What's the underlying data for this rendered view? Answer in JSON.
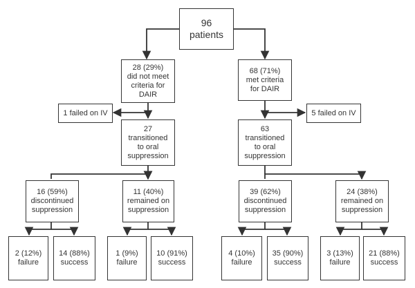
{
  "nodes": {
    "root": "96\npatients",
    "left_criteria": "28 (29%)\ndid not meet\ncriteria for\nDAIR",
    "right_criteria": "68 (71%)\nmet criteria\nfor DAIR",
    "left_failed_iv": "1 failed on IV",
    "right_failed_iv": "5 failed on IV",
    "left_oral": "27\ntransitioned\nto oral\nsuppression",
    "right_oral": "63\ntransitioned\nto oral\nsuppression",
    "ll_discontinued": "16 (59%)\ndiscontinued\nsuppression",
    "lr_remained": "11 (40%)\nremained on\nsuppression",
    "rl_discontinued": "39 (62%)\ndiscontinued\nsuppression",
    "rr_remained": "24 (38%)\nremained on\nsuppression",
    "ll_failure": "2 (12%)\nfailure",
    "ll_success": "14 (88%)\nsuccess",
    "lr_failure": "1 (9%)\nfailure",
    "lr_success": "10 (91%)\nsuccess",
    "rl_failure": "4 (10%)\nfailure",
    "rl_success": "35 (90%)\nsuccess",
    "rr_failure": "3 (13%)\nfailure",
    "rr_success": "21 (88%)\nsuccess"
  },
  "colors": {
    "line": "#333333",
    "border": "#333333",
    "text": "#333333",
    "background": "#ffffff"
  }
}
